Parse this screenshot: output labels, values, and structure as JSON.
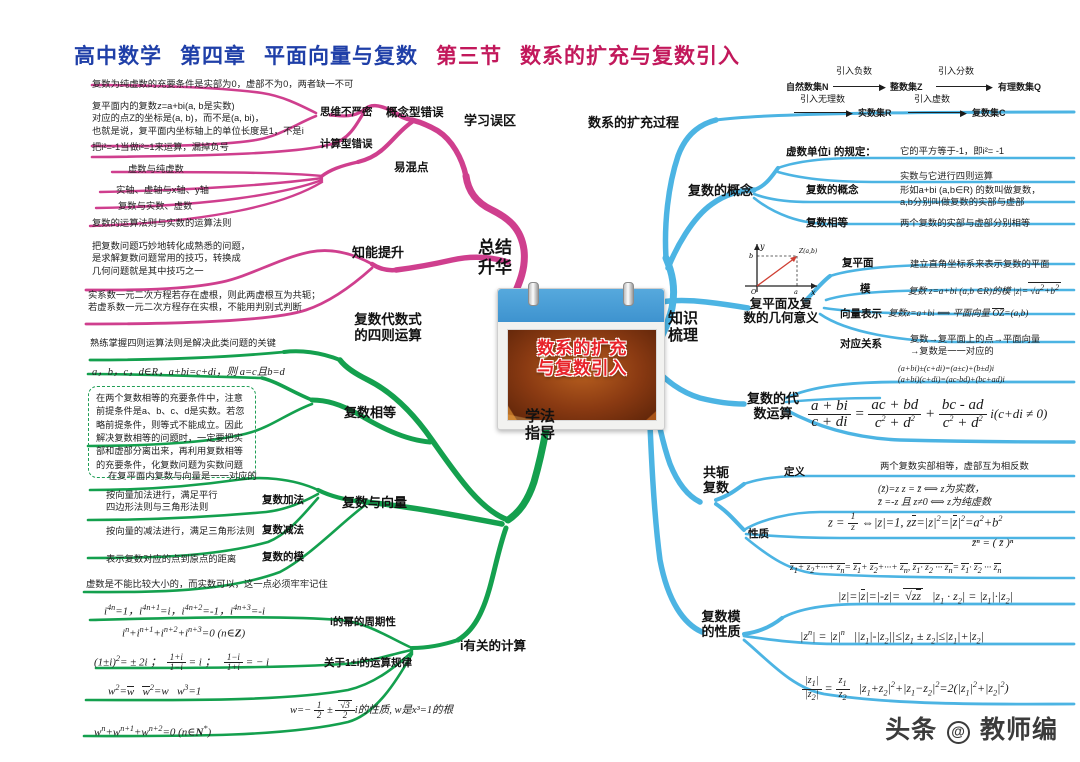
{
  "header": {
    "subject": "高中数学",
    "chapter": "第四章",
    "chapter_title": "平面向量与复数",
    "section": "第三节",
    "section_title": "数系的扩充与复数引入"
  },
  "center": {
    "title_line1": "数系的扩充",
    "title_line2": "与复数引入"
  },
  "main_branches": {
    "summary": "总结\n升华",
    "summary_l1": "总结",
    "summary_l2": "升华",
    "knowledge": "知识\n梳理",
    "knowledge_l1": "知识",
    "knowledge_l2": "梳理",
    "method_l1": "学法",
    "method_l2": "指导"
  },
  "left": {
    "b_misconception": "学习误区",
    "b_ability": "知能提升",
    "b_algebra_l1": "复数代数式",
    "b_algebra_l2": "的四则运算",
    "b_equal": "复数相等",
    "b_vector": "复数与向量",
    "b_i_calc": "i有关的计算",
    "s_concept_error": "概念型错误",
    "s_confuse": "易混点",
    "s_thinking": "思维不严密",
    "s_calc_error": "计算型错误",
    "s_add": "复数加法",
    "s_sub": "复数减法",
    "s_mod": "复数的模",
    "s_power_period": "i的幂的周期性",
    "s_1pmi": "关于1±i的运算规律",
    "leaf_pure_imag": "复数为纯虚数的充要条件是实部为0，虚部不为0，两者缺一不可",
    "leaf_plane_1": "复平面内的复数z=a+bi(a, b是实数)",
    "leaf_plane_2": "对应的点Z的坐标是(a, b)，而不是(a, bi)，",
    "leaf_plane_3": "也就是说，复平面内坐标轴上的单位长度是1，不是i",
    "leaf_isq": "把i²=-1当做i²=1来运算，漏掉负号",
    "leaf_conf_1": "虚数与纯虚数",
    "leaf_conf_2": "实轴、虚轴与x轴、y轴",
    "leaf_conf_3": "复数与实数、虚数",
    "leaf_conf_4": "复数的运算法则与实数的运算法则",
    "leaf_ability_1": "把复数问题巧妙地转化成熟悉的问题，",
    "leaf_ability_2": "是求解复数问题常用的技巧，转换成",
    "leaf_ability_3": "几何问题就是其中技巧之一",
    "leaf_real_1": "实系数一元二次方程若存在虚根，则此两虚根互为共轭；",
    "leaf_real_2": "若虚系数一元二次方程存在实根，不能用判别式判断",
    "leaf_four_ops": "熟练掌握四则运算法则是解决此类问题的关键",
    "leaf_abcd": "a，b，c，d∈R，a+bi=c+di，则 a=c且b=d",
    "dashed_note": "在两个复数相等的充要条件中，注意前提条件是a、b、c、d是实数。若忽略前提条件，则等式不能成立。因此解决复数相等的问题时，一定要把实部和虚部分离出来，再利用复数相等的充要条件，化复数问题为实数问题",
    "leaf_vec_corr": "在复平面内复数与向量是一一对应的",
    "leaf_add_1": "按向量加法进行，满足平行",
    "leaf_add_2": "四边形法则与三角形法则",
    "leaf_sub": "按向量的减法进行，满足三角形法则",
    "leaf_mod": "表示复数对应的点到原点的距离",
    "leaf_compare": "虚数是不能比较大小的，而实数可以，这一点必须牢牢记住",
    "leaf_i_pow": "i⁴ⁿ=1，i⁴ⁿ⁺¹=i，i⁴ⁿ⁺²=-1，i⁴ⁿ⁺³=-i",
    "leaf_i_sum": "iⁿ+iⁿ⁺¹+iⁿ⁺²+iⁿ⁺³=0 (n∈Z)",
    "leaf_1pmi": "(1±i)²=±2i ；",
    "leaf_w_1": "w²=w̄   w̄²=w   w³=1",
    "leaf_w_2": "wⁿ+wⁿ⁺¹+wⁿ⁺²=0 (n∈N*)",
    "leaf_w_prop": "i的性质, w是x³=1的根"
  },
  "right": {
    "b_expand": "数系的扩充过程",
    "b_concept": "复数的概念",
    "b_plane_l1": "复平面及复",
    "b_plane_l2": "数的几何意义",
    "b_ops_l1": "复数的代",
    "b_ops_l2": "数运算",
    "b_conj_l1": "共轭",
    "b_conj_l2": "复数",
    "b_modprop_l1": "复数模",
    "b_modprop_l2": "的性质",
    "expand_chain": {
      "n1": "自然数集N",
      "a1": "引入负数",
      "n2": "整数集Z",
      "a2": "引入分数",
      "n3": "有理数集Q",
      "a3": "引入无理数",
      "n4": "实数集R",
      "a4": "引入虚数",
      "n5": "复数集C"
    },
    "s_unit": "虚数单位i 的规定：",
    "s_concept": "复数的概念",
    "s_equal": "复数相等",
    "s_plane": "复平面",
    "s_mod": "模",
    "s_vecrep": "向量表示",
    "s_corr": "对应关系",
    "s_def": "定义",
    "s_prop": "性质",
    "leaf_unit_1": "它的平方等于-1，即i²= -1",
    "leaf_unit_2": "实数与它进行四则运算",
    "leaf_concept_1": "形如a+bi (a,b∈R) 的数叫做复数，",
    "leaf_concept_2": "a,b分别叫做复数的实部与虚部",
    "leaf_equal": "两个复数的实部与虚部分别相等",
    "leaf_plane": "建立直角坐标系来表示复数的平面",
    "leaf_mod": "复数 z=a+bi (a,b ∈R)的模",
    "leaf_vecrep": "复数z=a+bi ⟺ 平面向量",
    "leaf_corr_1": "复数→复平面上的点→平面向量",
    "leaf_corr_2": "→复数是一一对应的",
    "leaf_ops_1": "(a+bi)±(c+di)=(a±c)+(b±d)i",
    "leaf_ops_2": "(a+bi)(c+di)=(ac-bd)+(bc+ad)i",
    "leaf_conj_def": "两个复数实部相等，虚部互为相反数",
    "leaf_conj_p1a": "(z̄)=z    z = z̄ ⟺ z为实数，",
    "leaf_conj_p1b": "z̄ =-z 且 z≠0 ⟺ z为纯虚数",
    "leaf_conj_p3": "z̄ⁿ = ( z̄ )ⁿ"
  },
  "watermark": {
    "prefix": "头条",
    "at": "@",
    "name": "教师编"
  },
  "colors": {
    "pink": "#cf3f8e",
    "green": "#14a04e",
    "blue": "#4cb4e3",
    "header_blue": "#1f3fa8",
    "header_red": "#c2185b"
  }
}
